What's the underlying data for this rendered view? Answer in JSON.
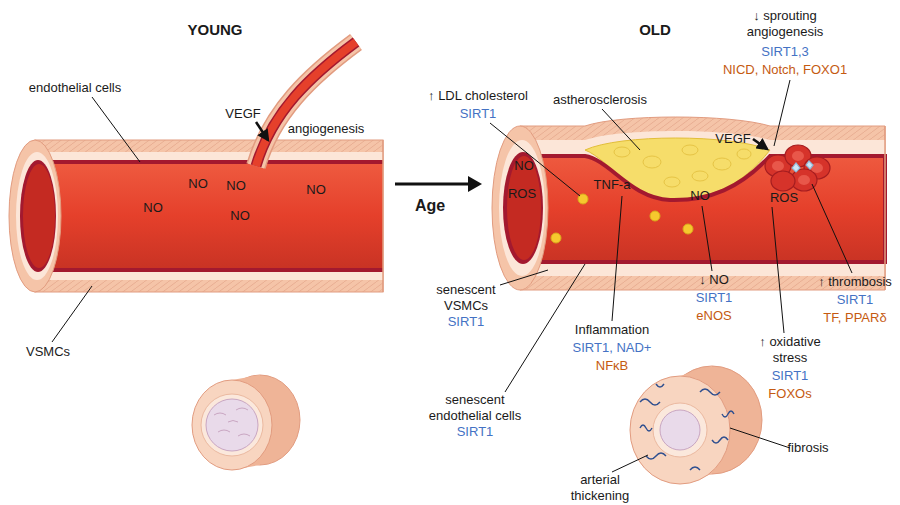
{
  "diagram": {
    "labels": [
      "YOUNG",
      "OLD",
      "↑ LDL cholesterol",
      "SIRT1",
      "astherosclerosis",
      "↓ sprouting angiogenesis",
      "SIRT1,3",
      "NICD, Notch, FOXO1",
      "endothelial cells",
      "VEGF",
      "angiogenesis",
      "VEGF",
      "NO",
      "NO",
      "NO",
      "NO",
      "NO",
      "Age",
      "NO",
      "ROS",
      "TNF-a",
      "NO",
      "ROS",
      "senescent VSMCs",
      "SIRT1",
      "↑ thrombosis",
      "SIRT1",
      "TF, PPARδ",
      "↓ NO",
      "SIRT1",
      "eNOS",
      "Inflammation",
      "SIRT1, NAD+",
      "NFκB",
      "VSMCs",
      "↑ oxidative stress",
      "SIRT1",
      "FOXOs",
      "senescent endothelial cells",
      "SIRT1",
      "fibrosis",
      "arterial thickening"
    ]
  }
}
